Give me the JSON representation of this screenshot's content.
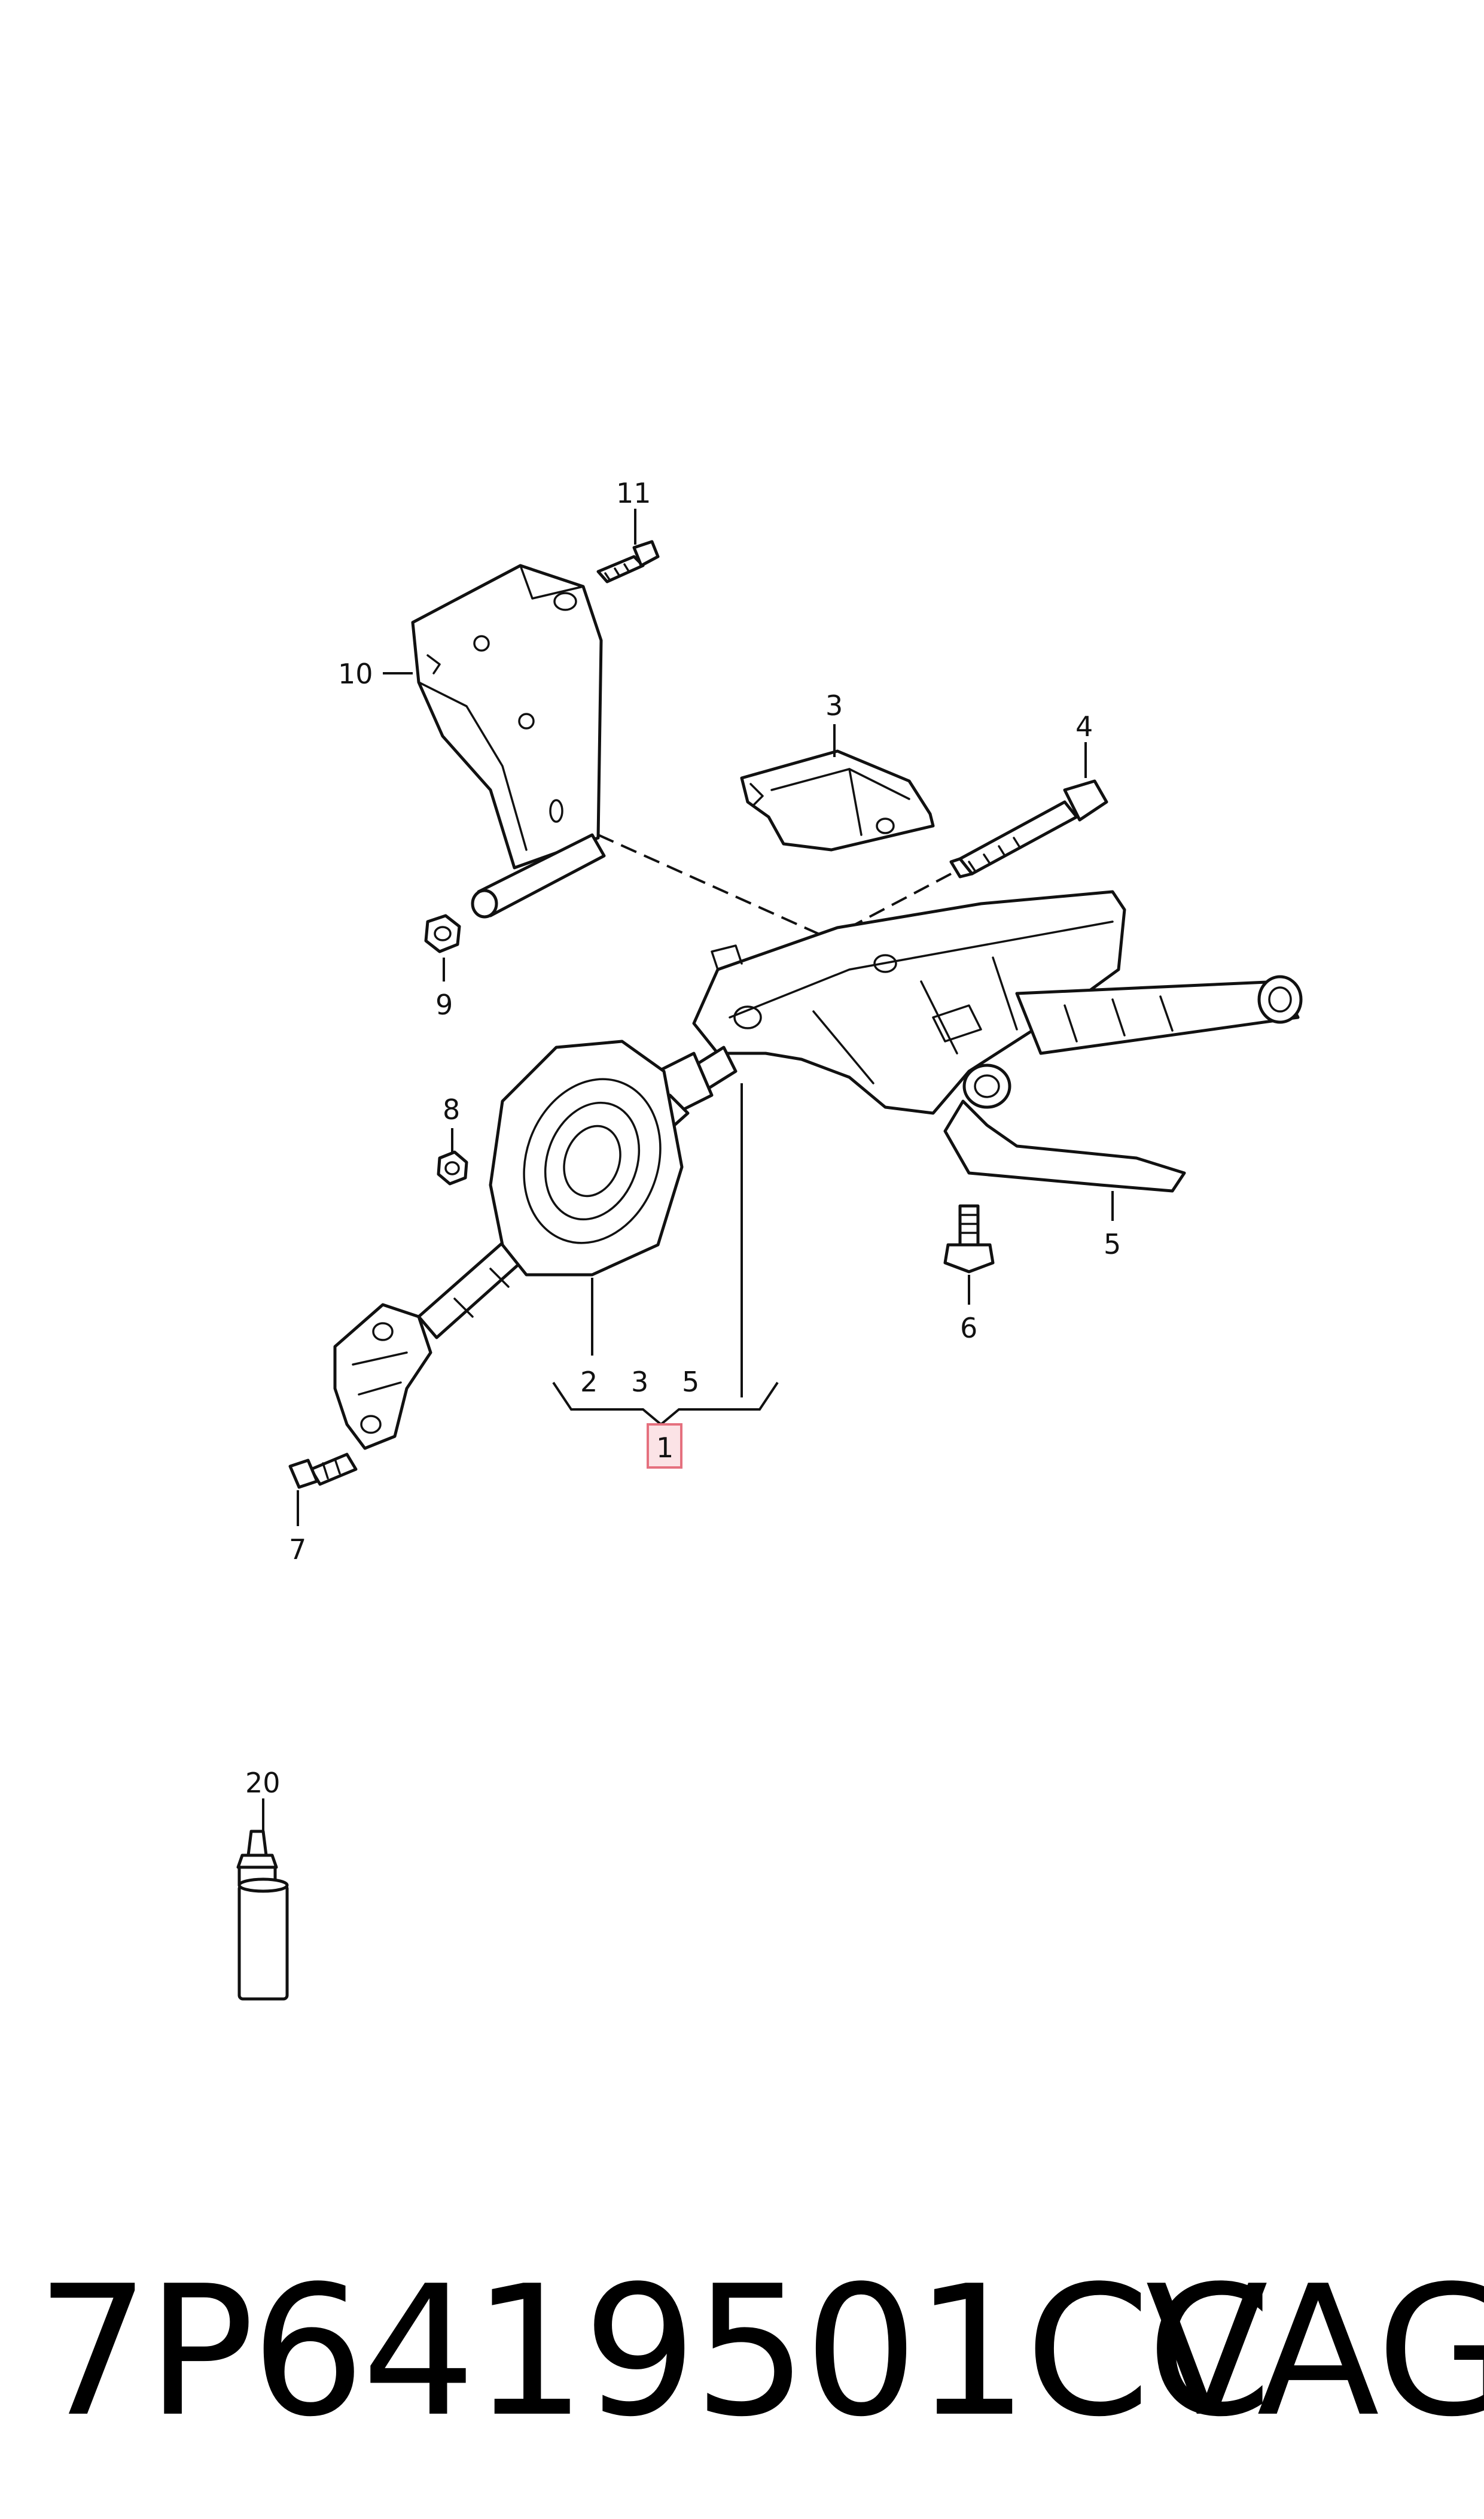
{
  "callouts": {
    "c1": "1",
    "c2": "2",
    "c3_group": "3",
    "c3_part": "3",
    "c4": "4",
    "c5_group": "5",
    "c5_part": "5",
    "c6": "6",
    "c7": "7",
    "c8": "8",
    "c9": "9",
    "c10": "10",
    "c11": "11",
    "c20": "20"
  },
  "footer": {
    "part_number": "7P6419501CC",
    "brand": "VAG"
  },
  "colors": {
    "line": "#111111",
    "highlight_fill": "#fbe3e6",
    "highlight_border": "#e5707e"
  }
}
